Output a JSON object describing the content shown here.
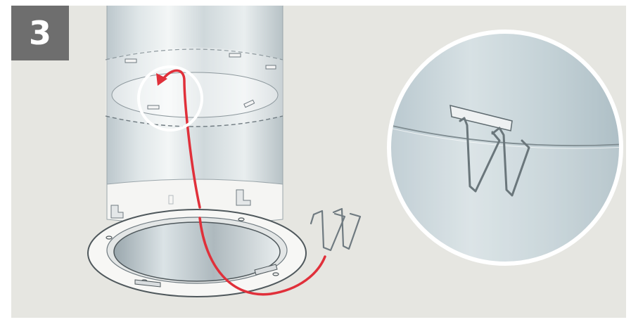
{
  "step": {
    "number": "3"
  },
  "colors": {
    "background": "#e6e6e1",
    "badge": "#6e6e6e",
    "badge_text": "#ffffff",
    "arrow": "#e0303a",
    "zoom_ring": "#ffffff"
  },
  "icons": {
    "step_badge": "step-number-badge",
    "arrow": "curved-arrow-icon",
    "clip": "wire-spring-clip-icon",
    "zoom": "magnifier-detail-circle"
  }
}
